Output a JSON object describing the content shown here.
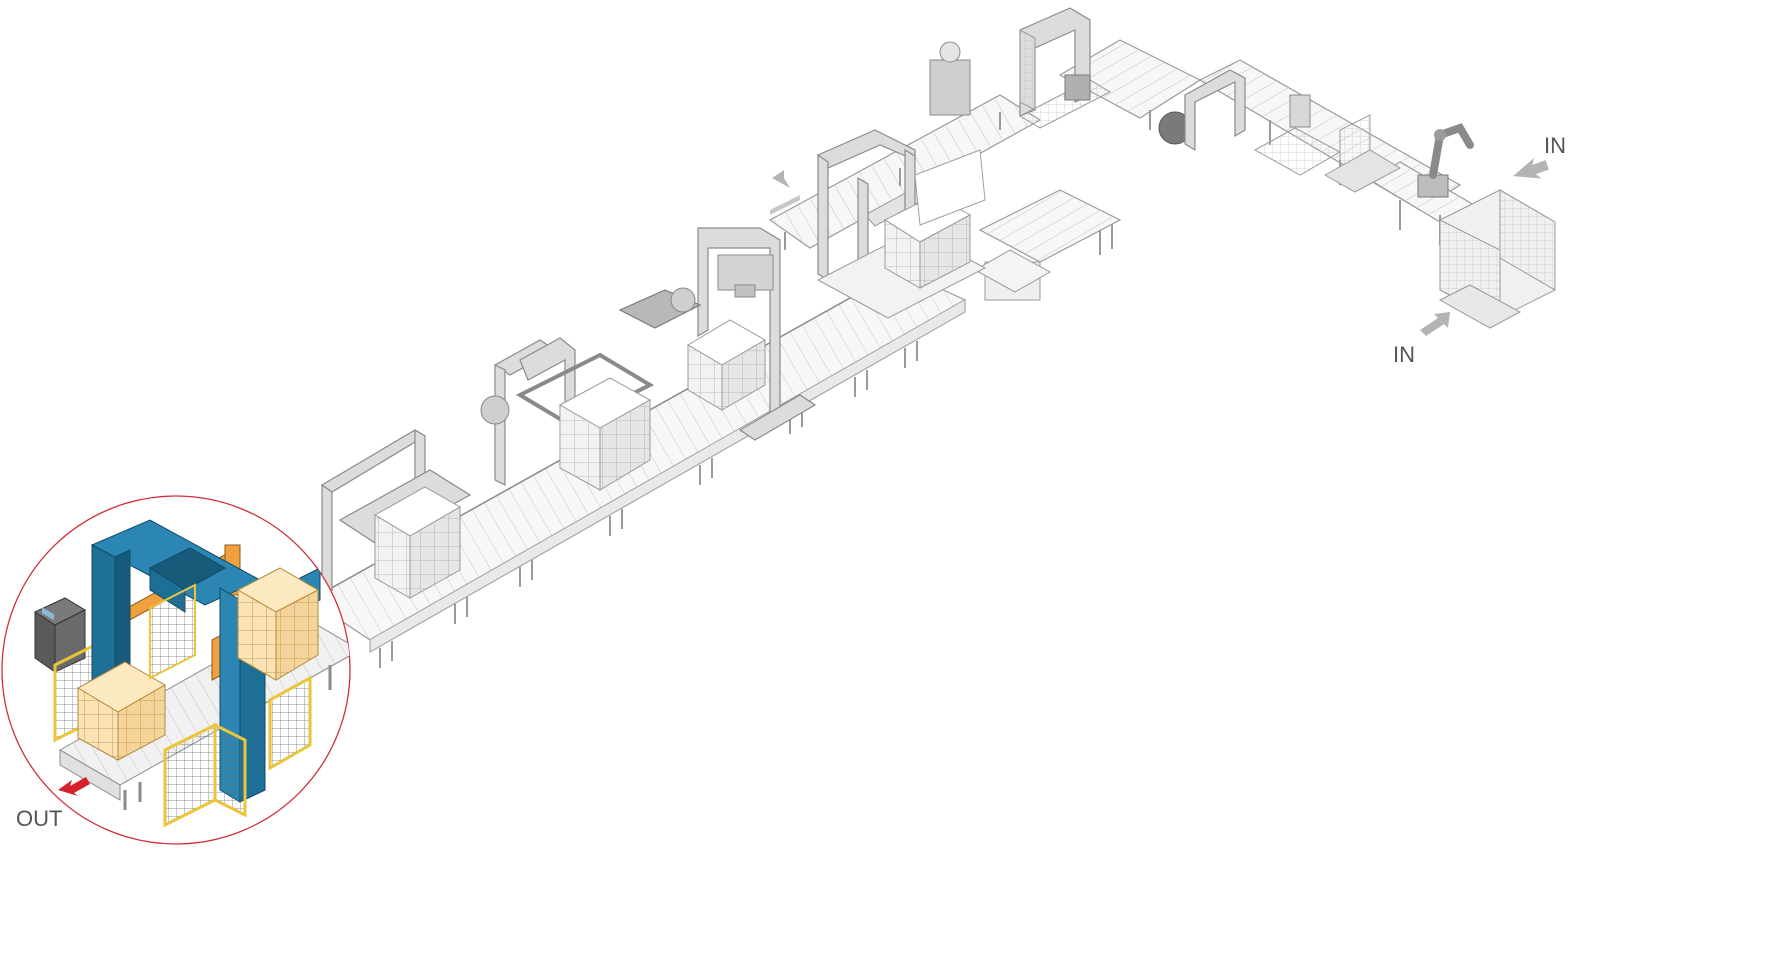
{
  "labels": {
    "out": "OUT",
    "in_top": "IN",
    "in_bottom": "IN"
  },
  "colors": {
    "line_gray": "#9a9a9a",
    "arrow_gray": "#b4b4b4",
    "out_arrow": "#d6202a",
    "circle_outline": "#d0303a",
    "wrapper_blue": "#1e6f96",
    "arm_orange": "#f0a03c",
    "pallet_cream": "#fbe3b4",
    "fence_yellow": "#e8c53a",
    "label_gray": "#555555"
  },
  "icons": {
    "out_arrow": "arrow-down-left-icon",
    "in_arrow_top": "arrow-left-icon",
    "in_arrow_bottom": "arrow-up-right-icon"
  }
}
